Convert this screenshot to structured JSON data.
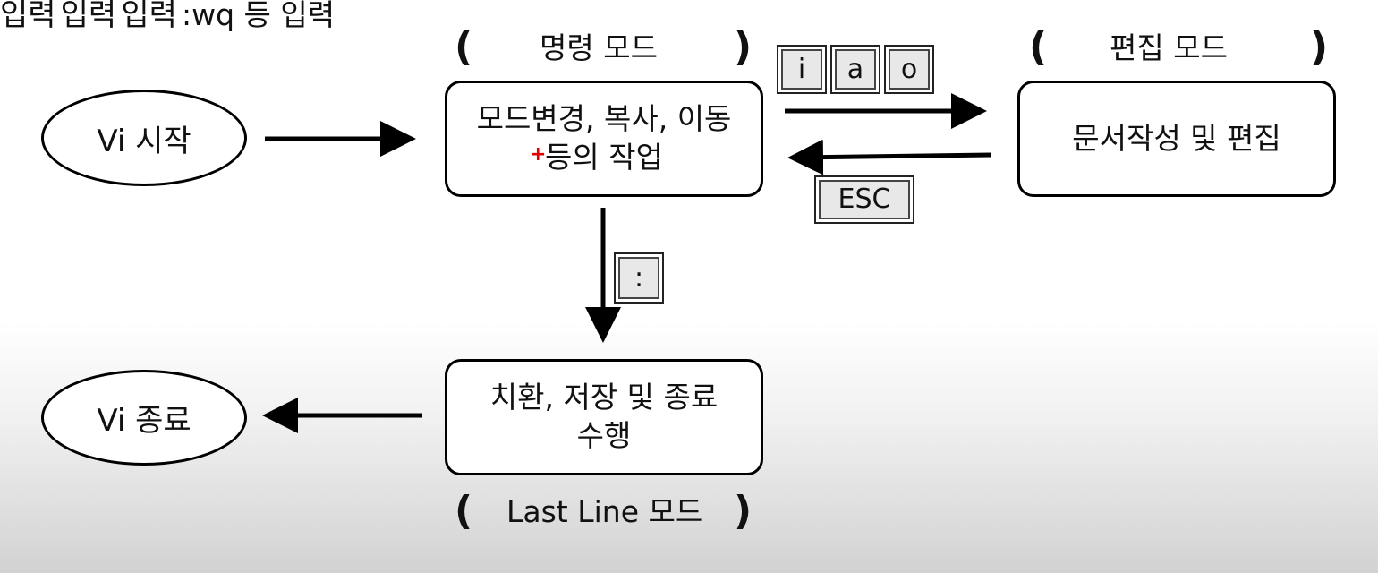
{
  "nodes": {
    "vi_start": "Vi 시작",
    "vi_end": "Vi 종료",
    "command_box": {
      "line1": "모드변경, 복사, 이동",
      "line2": "등의 작업"
    },
    "edit_box": {
      "line1": "문서작성 및 편집"
    },
    "lastline_box": {
      "line1": "치환, 저장 및 종료",
      "line2": "수행"
    }
  },
  "mode_labels": {
    "command": "명령 모드",
    "edit": "편집 모드",
    "lastline": "Last Line 모드"
  },
  "brackets": {
    "open": "(",
    "close": ")"
  },
  "transitions": {
    "to_edit": {
      "keys": [
        "i",
        "a",
        "o"
      ],
      "suffix": "입력"
    },
    "to_command": {
      "keys": [
        "ESC"
      ],
      "suffix": "입력"
    },
    "to_lastline": {
      "keys": [
        ":"
      ],
      "suffix": "입력"
    },
    "to_end": {
      "label": ":wq 등 입력"
    }
  },
  "colors": {
    "stroke": "#000000",
    "cursor_marker": "#e00000"
  },
  "marker": "+"
}
